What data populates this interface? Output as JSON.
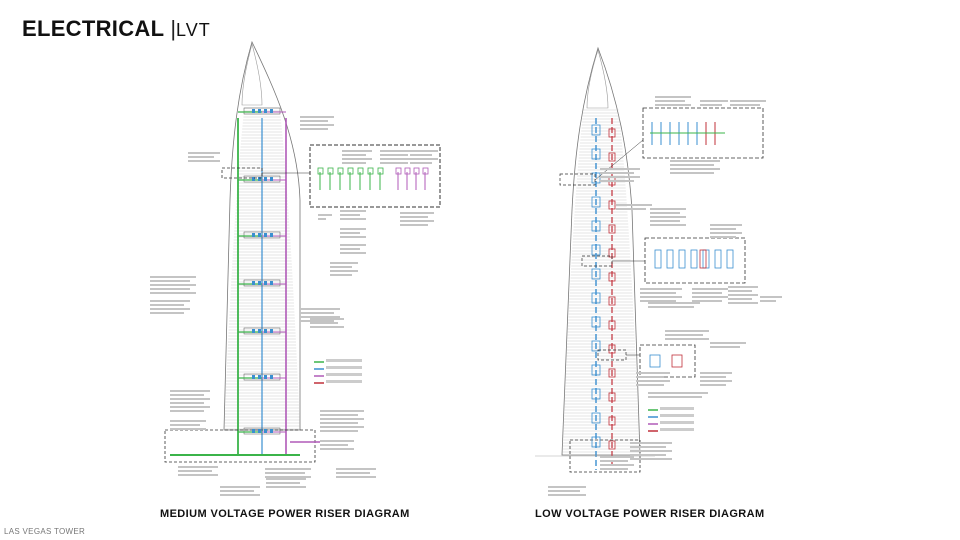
{
  "header": {
    "title": "ELECTRICAL",
    "separator": "|",
    "subtitle": "LVT"
  },
  "captions": {
    "left": "MEDIUM VOLTAGE  POWER RISER DIAGRAM",
    "right": "LOW VOLTAGE  POWER RISER DIAGRAM"
  },
  "footer": "LAS VEGAS TOWER",
  "colors": {
    "normal": "#3bb44a",
    "standby": "#3a8fd0",
    "emergency": "#b05ab8",
    "red": "#c0303a",
    "outline": "#555555"
  }
}
